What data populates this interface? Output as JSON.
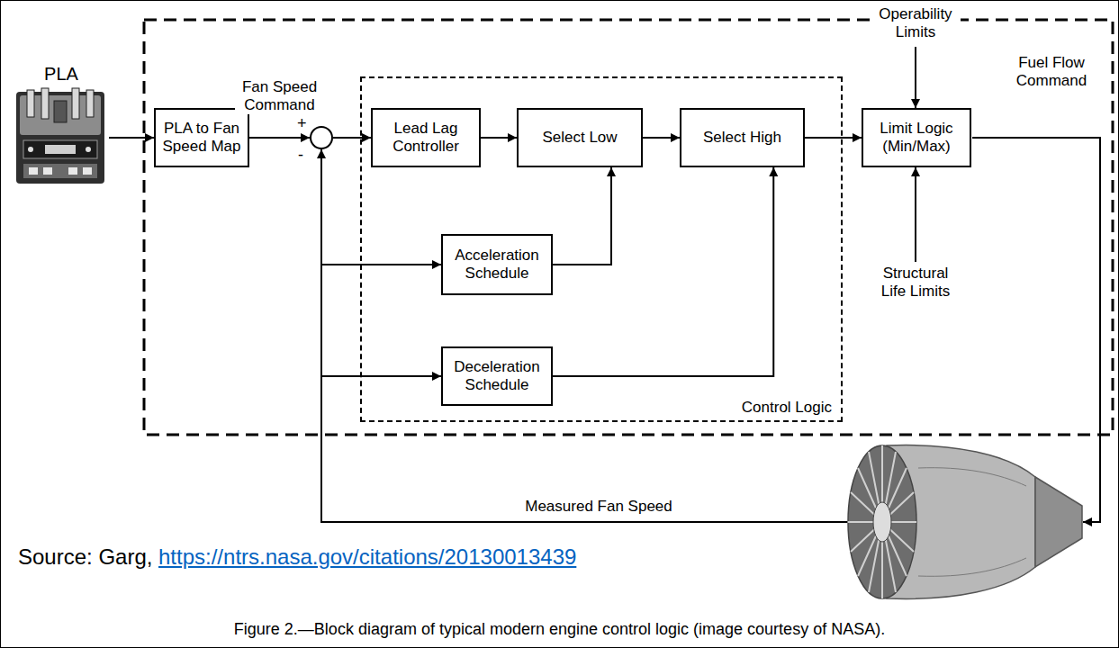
{
  "diagram": {
    "caption": "Figure 2.—Block diagram of typical modern engine control logic (image courtesy of NASA).",
    "nodes": [
      {
        "text": [
          "PLA"
        ]
      },
      {
        "text": [
          "PLA to Fan Speed Map"
        ]
      },
      {
        "text": [
          "+",
          "-"
        ]
      },
      {
        "text": [
          "Control Logic"
        ]
      },
      {
        "text": [
          "Lead Lag Controller"
        ],
        "in": 3
      },
      {
        "text": [
          "Select Low"
        ],
        "in": 3
      },
      {
        "text": [
          "Select High"
        ],
        "in": 3
      },
      {
        "text": [
          "Acceleration Schedule"
        ],
        "in": 3
      },
      {
        "text": [
          "Deceleration Schedule"
        ],
        "in": 3
      },
      {
        "text": [
          "Limit Logic (Min/Max)"
        ]
      }
    ],
    "edges": [
      {
        "from": 0,
        "to": 1,
        "arrow": "to"
      },
      {
        "from": 1,
        "to": 2,
        "label": "Fan Speed Command",
        "arrow": "to"
      },
      {
        "from": 2,
        "to": 4,
        "arrow": "to"
      },
      {
        "from": 4,
        "to": 5,
        "arrow": "to"
      },
      {
        "from": 7,
        "to": 5,
        "arrow": "to"
      },
      {
        "from": 5,
        "to": 6,
        "arrow": "to"
      },
      {
        "from": 8,
        "to": 6,
        "arrow": "to"
      },
      {
        "from": 6,
        "to": 9,
        "arrow": "to"
      }
    ],
    "labels": [
      "Operability Limits",
      "Structural Life Limits",
      "Fuel Flow Command",
      "Measured Fan Speed",
      "Source: Garg,",
      "https://ntrs.nasa.gov/citations/20130013439"
    ]
  }
}
